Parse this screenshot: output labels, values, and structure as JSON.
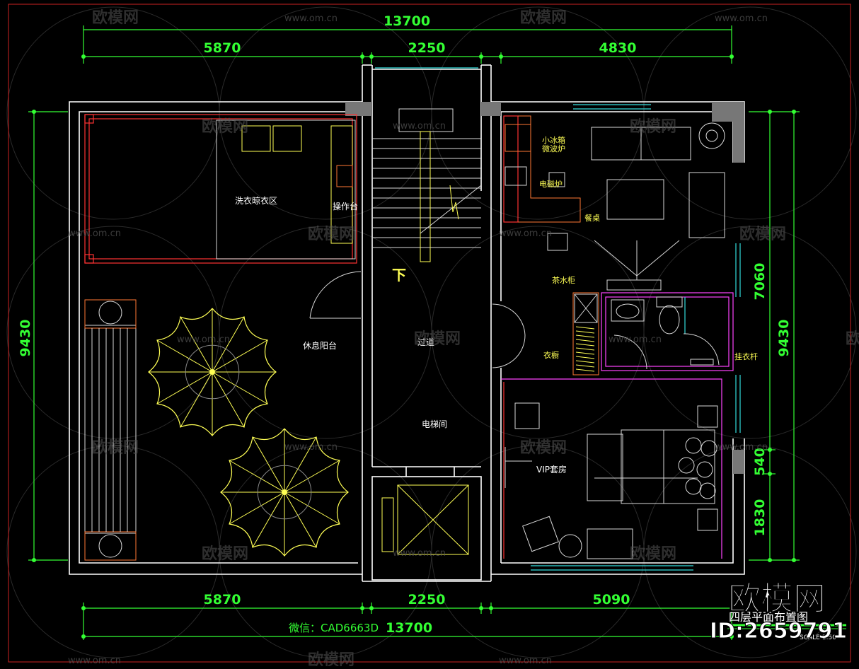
{
  "drawing": {
    "dims_top": {
      "total": "13700",
      "left": "5870",
      "mid": "2250",
      "right": "4830"
    },
    "dims_bottom": {
      "left": "5870",
      "mid": "2250",
      "right": "5090",
      "total_prefix": "微信：CAD6663D",
      "total": "13700"
    },
    "dims_left": {
      "total": "9430"
    },
    "dims_right": {
      "total": "9430",
      "upper": "7060",
      "mid": "540",
      "lower": "1830"
    },
    "rooms": {
      "laundry": "洗衣晾衣区",
      "counter": "操作台",
      "terrace": "休息阳台",
      "down": "下",
      "corridor": "过道",
      "elevator_shaft": "电梯间",
      "fridge_line1": "小冰箱",
      "fridge_line2": "微波炉",
      "induction": "电磁炉",
      "dining": "餐桌",
      "tea_cabinet": "茶水柜",
      "wardrobe": "衣橱",
      "hanger": "挂衣杆",
      "vip_suite": "VIP套房"
    },
    "title": "四层平面布置图",
    "scale": "SCALE 1:50"
  },
  "watermark": {
    "brand": "欧模网",
    "url": "www.om.cn",
    "id": "ID:2659791"
  },
  "colors": {
    "dimension": "#33ff33",
    "wall": "#ffffff",
    "furniture": "#ffff55",
    "railing": "#ff3333",
    "bathroom": "#ff44ff",
    "window": "#33dddd"
  }
}
